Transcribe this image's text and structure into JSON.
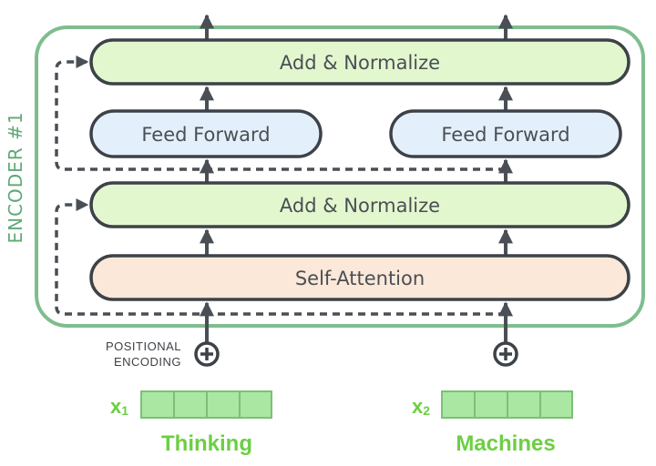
{
  "encoder": {
    "label": "ENCODER #1"
  },
  "layers": {
    "add_norm_top": "Add & Normalize",
    "ffn_left": "Feed Forward",
    "ffn_right": "Feed Forward",
    "add_norm_bottom": "Add & Normalize",
    "self_attention": "Self-Attention"
  },
  "positional": {
    "line1": "POSITIONAL",
    "line2": "ENCODING"
  },
  "inputs": [
    {
      "var": "x",
      "sub": "1",
      "word": "Thinking"
    },
    {
      "var": "x",
      "sub": "2",
      "word": "Machines"
    }
  ],
  "colors": {
    "encoder_border": "#7fbd8e",
    "add_norm_fill": "#e3f7cf",
    "ffn_fill": "#e3f0fb",
    "attention_fill": "#fbe8d9",
    "box_stroke": "#3d4248",
    "arrow": "#4a4f55",
    "vector_fill": "#a9e7a3",
    "vector_stroke": "#7dbf76",
    "accent_text": "#6ccf43"
  }
}
